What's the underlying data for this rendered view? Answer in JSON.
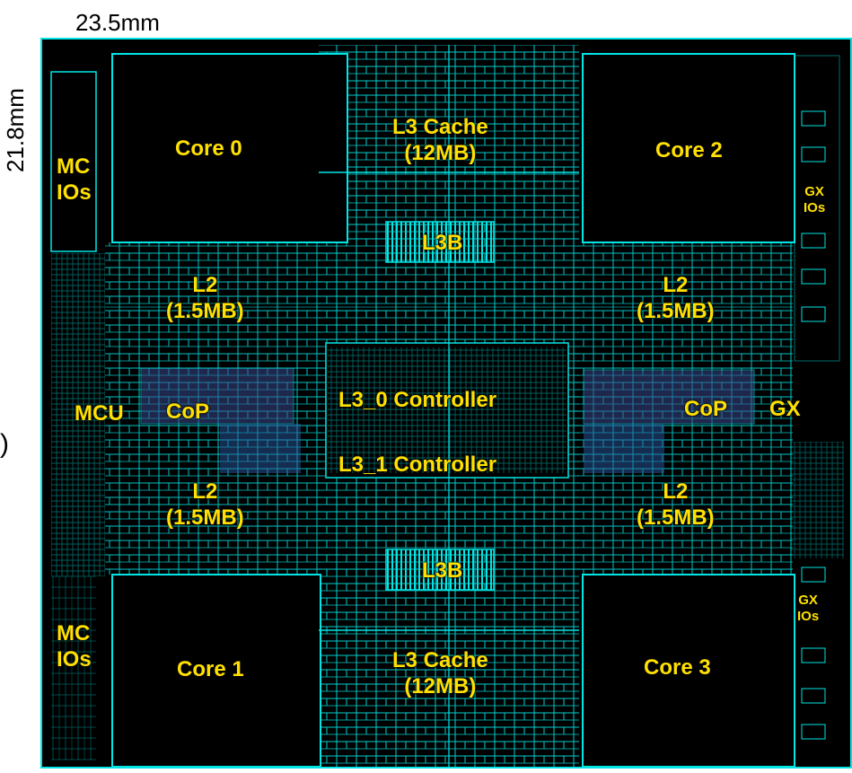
{
  "dimensions": {
    "width": "23.5mm",
    "height": "21.8mm"
  },
  "colors": {
    "wiring": "#00e5e5",
    "label": "#ffe000",
    "background": "#000000",
    "cop_highlight": "#3a4a8a"
  },
  "labels": {
    "core0": "Core 0",
    "core1": "Core 1",
    "core2": "Core 2",
    "core3": "Core 3",
    "l3_cache_top": [
      "L3 Cache",
      "(12MB)"
    ],
    "l3_cache_bottom": [
      "L3 Cache",
      "(12MB)"
    ],
    "l3b_top": "L3B",
    "l3b_bottom": "L3B",
    "l2_tl": [
      "L2",
      "(1.5MB)"
    ],
    "l2_tr": [
      "L2",
      "(1.5MB)"
    ],
    "l2_bl": [
      "L2",
      "(1.5MB)"
    ],
    "l2_br": [
      "L2",
      "(1.5MB)"
    ],
    "l3_0_controller": "L3_0 Controller",
    "l3_1_controller": "L3_1 Controller",
    "mcu": "MCU",
    "cop_left": "CoP",
    "cop_right": "CoP",
    "gx": "GX",
    "mc_ios_top": [
      "MC",
      "IOs"
    ],
    "mc_ios_bottom": [
      "MC",
      "IOs"
    ],
    "gx_ios_top": [
      "GX",
      "IOs"
    ],
    "gx_ios_bottom": [
      "GX",
      "IOs"
    ]
  }
}
